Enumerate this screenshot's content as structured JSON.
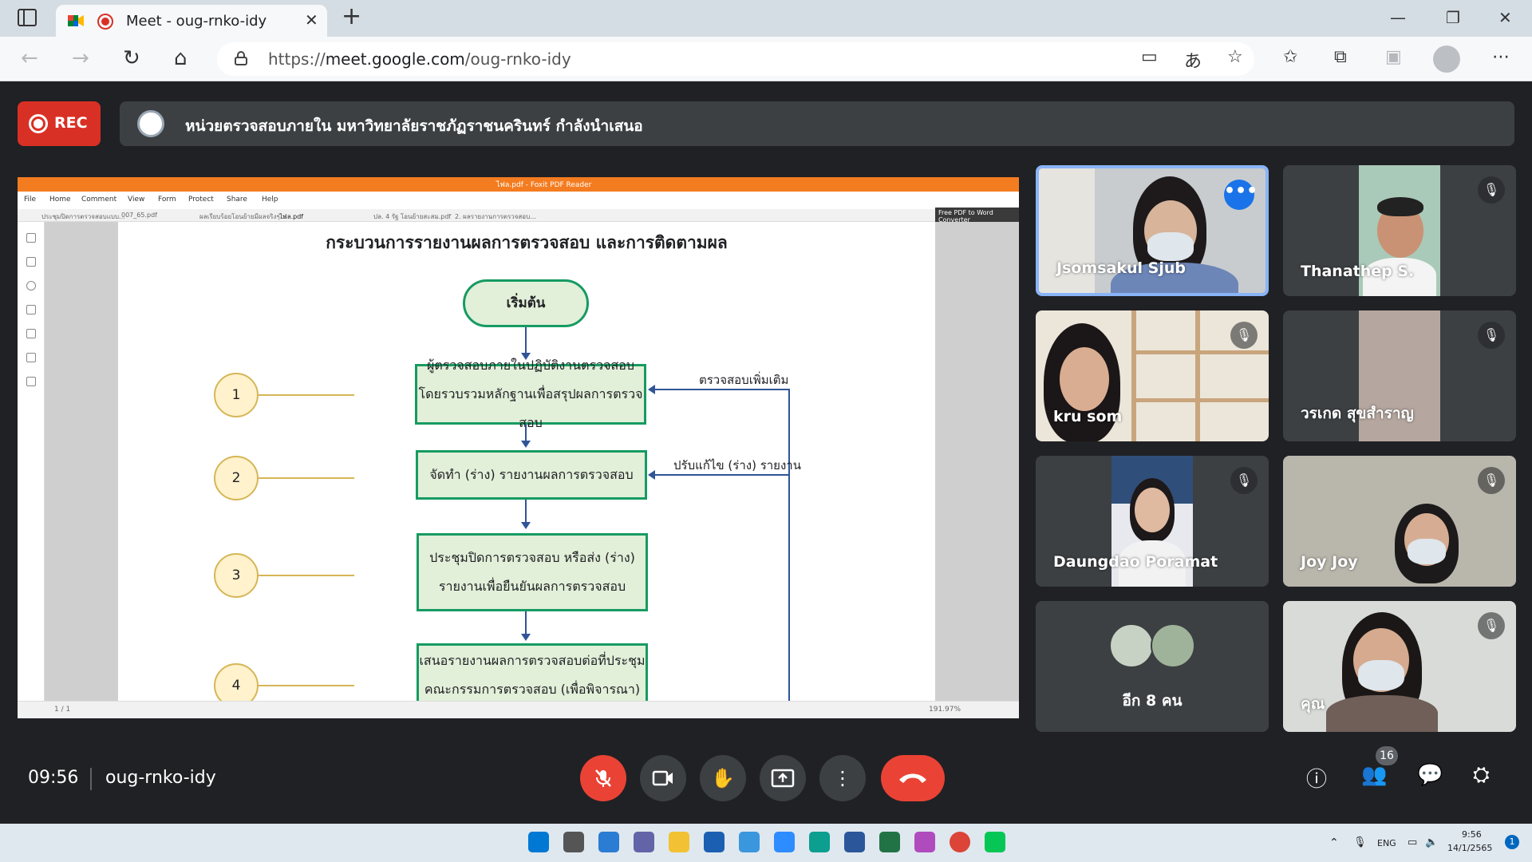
{
  "browser": {
    "tab_title": "Meet - oug-rnko-idy",
    "url_prefix": "https://",
    "url_host": "meet.google.com",
    "url_path": "/oug-rnko-idy",
    "new_tab": "+",
    "tab_close": "✕"
  },
  "meet": {
    "rec_label": "REC",
    "presenter_banner": "หน่วยตรวจสอบภายใน มหาวิทยาลัยราชภัฏราชนครินทร์ กำลังนำเสนอ",
    "clock": "09:56",
    "meeting_code": "oug-rnko-idy",
    "people_count": "16"
  },
  "pdf": {
    "window_title": "ไฟล.pdf - Foxit PDF Reader",
    "menus": [
      "File",
      "Home",
      "Comment",
      "View",
      "Form",
      "Protect",
      "Share",
      "Help"
    ],
    "tabs": [
      "ประชุมปิดการตรวจสอบแบบ...",
      "007_65.pdf",
      "ผลเรียบร้อยโอนย้ายมีผลจริงๆ...",
      "ไฟล.pdf",
      "ปล. 4 รัฐ โอนย้ายสะสม.pdf",
      "2. ผลรายงานการตรวจสอบ..."
    ],
    "convert_label": "Free PDF to Word Converter",
    "page_indicator": "1 / 1",
    "zoom": "191.97%"
  },
  "flowchart": {
    "title": "กระบวนการรายงานผลการตรวจสอบ และการติดตามผล",
    "start": "เริ่มต้น",
    "step1_line1": "ผู้ตรวจสอบภายในปฏิบัติงานตรวจสอบ",
    "step1_line2": "โดยรวบรวมหลักฐานเพื่อสรุปผลการตรวจสอบ",
    "step2": "จัดทำ (ร่าง) รายงานผลการตรวจสอบ",
    "step3_line1": "ประชุมปิดการตรวจสอบ หรือส่ง (ร่าง)",
    "step3_line2": "รายงานเพื่อยืนยันผลการตรวจสอบ",
    "step4_line1": "เสนอรายงานผลการตรวจสอบต่อที่ประชุม",
    "step4_line2": "คณะกรรมการตรวจสอบ (เพื่อพิจารณา)",
    "feedback1": "ตรวจสอบเพิ่มเติม",
    "feedback2": "ปรับแก้ไข (ร่าง) รายงาน",
    "numbers": [
      "1",
      "2",
      "3",
      "4"
    ]
  },
  "participants": [
    {
      "name": "Jsomsakul Sjub"
    },
    {
      "name": "Thanathep S."
    },
    {
      "name": "kru som"
    },
    {
      "name": "วรเกด สุขสำราญ"
    },
    {
      "name": "Daungdao Poramat"
    },
    {
      "name": "Joy Joy"
    },
    {
      "name": "อีก 8 คน"
    },
    {
      "name": "คุณ"
    }
  ],
  "taskbar": {
    "lang": "ENG",
    "time": "9:56",
    "date": "14/1/2565",
    "notifications": "1"
  },
  "colors": {
    "accent_blue": "#1a73e8",
    "danger_red": "#ea4335",
    "meet_bg": "#202124",
    "tile_bg": "#3c4043",
    "flow_green": "#169b62"
  }
}
